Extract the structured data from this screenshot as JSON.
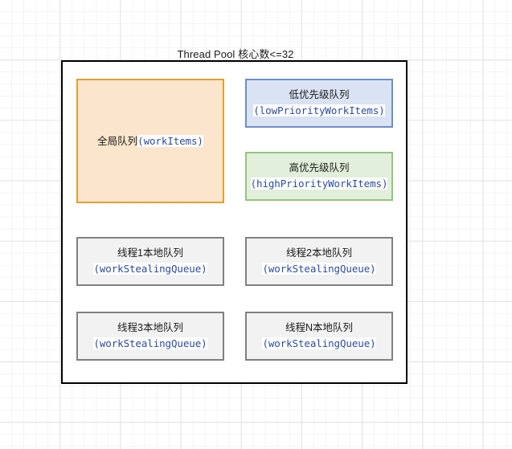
{
  "diagram": {
    "title": "Thread Pool 核心数<=32",
    "colors": {
      "global_queue_fill": "#fce5cd",
      "global_queue_border": "#e0a032",
      "low_priority_fill": "#dae3f3",
      "low_priority_border": "#6c8ec7",
      "high_priority_fill": "#e2efda",
      "high_priority_border": "#93c47d",
      "local_queue_fill": "#f2f2f2",
      "local_queue_border": "#808080",
      "container_border": "#000000",
      "code_text": "#2b4ba0",
      "label_text": "#1a1a1a"
    },
    "boxes": {
      "global_queue": {
        "label": "全局队列",
        "code": "(workItems)",
        "code_name": "workItems"
      },
      "low_priority": {
        "label": "低优先级队列",
        "code": "(lowPriorityWorkItems)",
        "code_name": "lowPriorityWorkItems"
      },
      "high_priority": {
        "label": "高优先级队列",
        "code": "(highPriorityWorkItems)",
        "code_name": "highPriorityWorkItems"
      },
      "thread1_local": {
        "label": "线程1本地队列",
        "code": "(workStealingQueue)",
        "code_name": "workStealingQueue"
      },
      "thread2_local": {
        "label": "线程2本地队列",
        "code": "(workStealingQueue)",
        "code_name": "workStealingQueue"
      },
      "thread3_local": {
        "label": "线程3本地队列",
        "code": "(workStealingQueue)",
        "code_name": "workStealingQueue"
      },
      "threadN_local": {
        "label": "线程N本地队列",
        "code": "(workStealingQueue)",
        "code_name": "workStealingQueue"
      }
    }
  }
}
